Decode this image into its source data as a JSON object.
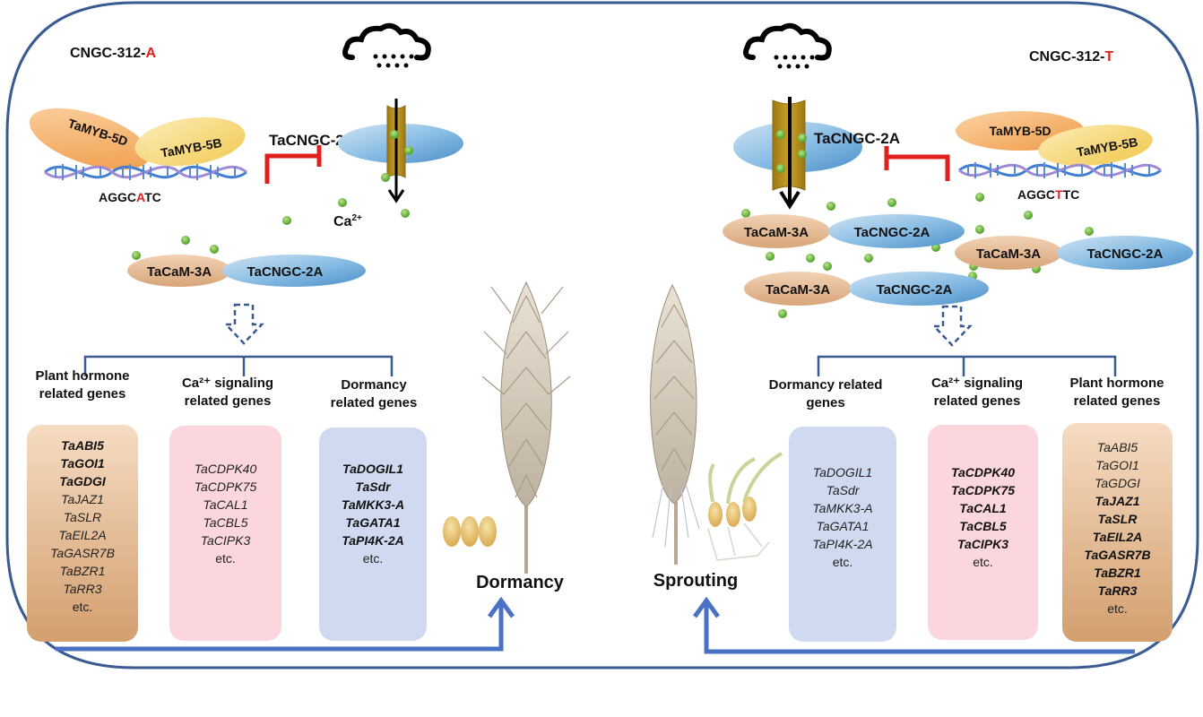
{
  "colors": {
    "frame": "#3a5a92",
    "flow_arrow": "#4a72c4",
    "red_allele": "#e0201c",
    "inhibit": "#e0201c",
    "hormone_box": "#d9a878",
    "calcium_box": "#fbd6dc",
    "dormancy_box": "#cdd9f0",
    "ca_ion": "#6dbb3c",
    "channel": "#b8901a",
    "cngc_protein": "#7fb2dc",
    "cam_protein": "#e2b48c",
    "myb5d": "#f3ab5c",
    "myb5b": "#f4d060"
  },
  "left": {
    "allele_prefix": "CNGC-312-",
    "allele_letter": "A",
    "myb_d": "TaMYB-5D",
    "myb_b": "TaMYB-5B",
    "motif_prefix": "AGGC",
    "motif_letter": "A",
    "motif_suffix": "TC",
    "channel_label": "TaCNGC-2A",
    "ion_label": "Ca",
    "ion_charge": "2+",
    "complex": {
      "cam": "TaCaM-3A",
      "cngc": "TaCNGC-2A"
    },
    "outcome": "Dormancy",
    "groups": [
      {
        "header": [
          "Plant hormone",
          "related genes"
        ],
        "box": "hormone",
        "genes": [
          {
            "name": "TaABI5",
            "bold": true
          },
          {
            "name": "TaGOI1",
            "bold": true
          },
          {
            "name": "TaGDGI",
            "bold": true
          },
          {
            "name": "TaJAZ1",
            "bold": false
          },
          {
            "name": "TaSLR",
            "bold": false
          },
          {
            "name": "TaEIL2A",
            "bold": false
          },
          {
            "name": "TaGASR7B",
            "bold": false
          },
          {
            "name": "TaBZR1",
            "bold": false
          },
          {
            "name": "TaRR3",
            "bold": false
          }
        ],
        "etc": "etc."
      },
      {
        "header": [
          "Ca²⁺ signaling",
          "related genes"
        ],
        "box": "calcium",
        "genes": [
          {
            "name": "TaCDPK40",
            "bold": false
          },
          {
            "name": "TaCDPK75",
            "bold": false
          },
          {
            "name": "TaCAL1",
            "bold": false
          },
          {
            "name": "TaCBL5",
            "bold": false
          },
          {
            "name": "TaCIPK3",
            "bold": false
          }
        ],
        "etc": "etc."
      },
      {
        "header": [
          "Dormancy",
          "related genes"
        ],
        "box": "dormancy",
        "genes": [
          {
            "name": "TaDOGIL1",
            "bold": true
          },
          {
            "name": "TaSdr",
            "bold": true
          },
          {
            "name": "TaMKK3-A",
            "bold": true
          },
          {
            "name": "TaGATA1",
            "bold": true
          },
          {
            "name": "TaPI4K-2A",
            "bold": true
          }
        ],
        "etc": "etc."
      }
    ]
  },
  "right": {
    "allele_prefix": "CNGC-312-",
    "allele_letter": "T",
    "myb_d": "TaMYB-5D",
    "myb_b": "TaMYB-5B",
    "motif_prefix": "AGGC",
    "motif_letter": "T",
    "motif_suffix": "TC",
    "channel_label": "TaCNGC-2A",
    "complexes": [
      {
        "cam": "TaCaM-3A",
        "cngc": "TaCNGC-2A"
      },
      {
        "cam": "TaCaM-3A",
        "cngc": "TaCNGC-2A"
      },
      {
        "cam": "TaCaM-3A",
        "cngc": "TaCNGC-2A"
      }
    ],
    "outcome": "Sprouting",
    "groups": [
      {
        "header": [
          "Dormancy related",
          "genes"
        ],
        "box": "dormancy",
        "genes": [
          {
            "name": "TaDOGIL1",
            "bold": false
          },
          {
            "name": "TaSdr",
            "bold": false
          },
          {
            "name": "TaMKK3-A",
            "bold": false
          },
          {
            "name": "TaGATA1",
            "bold": false
          },
          {
            "name": "TaPI4K-2A",
            "bold": false
          }
        ],
        "etc": "etc."
      },
      {
        "header": [
          "Ca²⁺ signaling",
          "related genes"
        ],
        "box": "calcium",
        "genes": [
          {
            "name": "TaCDPK40",
            "bold": true
          },
          {
            "name": "TaCDPK75",
            "bold": true
          },
          {
            "name": "TaCAL1",
            "bold": true
          },
          {
            "name": "TaCBL5",
            "bold": true
          },
          {
            "name": "TaCIPK3",
            "bold": true
          }
        ],
        "etc": "etc."
      },
      {
        "header": [
          "Plant hormone",
          "related genes"
        ],
        "box": "hormone",
        "genes": [
          {
            "name": "TaABI5",
            "bold": false
          },
          {
            "name": "TaGOI1",
            "bold": false
          },
          {
            "name": "TaGDGI",
            "bold": false
          },
          {
            "name": "TaJAZ1",
            "bold": true
          },
          {
            "name": "TaSLR",
            "bold": true
          },
          {
            "name": "TaEIL2A",
            "bold": true
          },
          {
            "name": "TaGASR7B",
            "bold": true
          },
          {
            "name": "TaBZR1",
            "bold": true
          },
          {
            "name": "TaRR3",
            "bold": true
          }
        ],
        "etc": "etc."
      }
    ]
  }
}
